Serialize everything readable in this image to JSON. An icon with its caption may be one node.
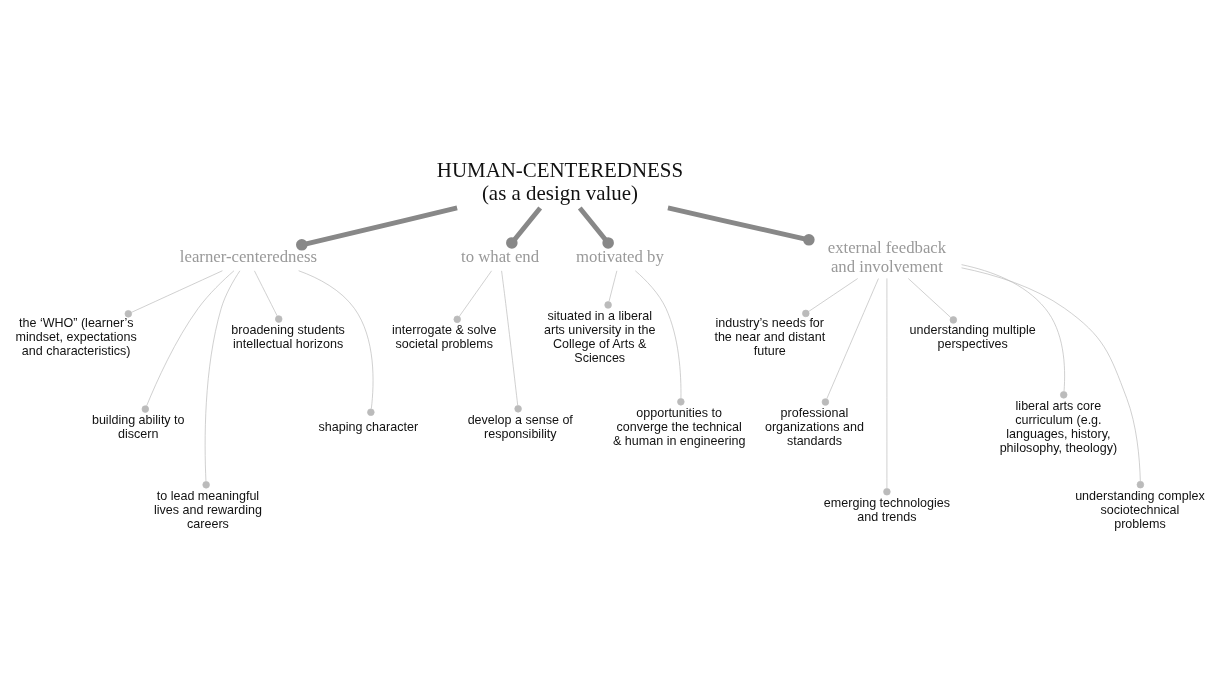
{
  "diagram": {
    "nodes": [
      {
        "text": [
          "HUMAN-CENTEREDNESS",
          "(as a design value)"
        ]
      },
      {
        "text": [
          "learner-centeredness"
        ]
      },
      {
        "text": [
          "to what end"
        ]
      },
      {
        "text": [
          "motivated by"
        ]
      },
      {
        "text": [
          "external feedback and involvement"
        ]
      },
      {
        "text": [
          "the ‘WHO” (learner’s mindset, expectations and characteristics)"
        ]
      },
      {
        "text": [
          "building ability to discern"
        ]
      },
      {
        "text": [
          "to lead meaningful lives and rewarding careers"
        ]
      },
      {
        "text": [
          "broadening students intellectual horizons"
        ]
      },
      {
        "text": [
          "shaping character"
        ]
      },
      {
        "text": [
          "interrogate & solve societal problems"
        ]
      },
      {
        "text": [
          "develop a sense of responsibility"
        ]
      },
      {
        "text": [
          "situated in a liberal arts university in the College of Arts & Sciences"
        ]
      },
      {
        "text": [
          "opportunities to converge the technical & human in engineering"
        ]
      },
      {
        "text": [
          "industry’s needs for the near and distant future"
        ]
      },
      {
        "text": [
          "professional organizations and standards"
        ]
      },
      {
        "text": [
          "emerging technologies and trends"
        ]
      },
      {
        "text": [
          "understanding multiple perspectives"
        ]
      },
      {
        "text": [
          "liberal arts core curriculum (e.g. languages, history, philosophy, theology)"
        ]
      },
      {
        "text": [
          "understanding complex sociotechnical problems"
        ]
      }
    ],
    "edges": [
      {
        "from": 0,
        "to": 1,
        "arrow": "other",
        "style": "thick",
        "color": "#888888"
      },
      {
        "from": 0,
        "to": 2,
        "arrow": "other",
        "style": "thick",
        "color": "#888888"
      },
      {
        "from": 0,
        "to": 3,
        "arrow": "other",
        "style": "thick",
        "color": "#888888"
      },
      {
        "from": 0,
        "to": 4,
        "arrow": "other",
        "style": "thick",
        "color": "#888888"
      },
      {
        "from": 1,
        "to": 5,
        "arrow": "other"
      },
      {
        "from": 1,
        "to": 6,
        "arrow": "other"
      },
      {
        "from": 1,
        "to": 7,
        "arrow": "other"
      },
      {
        "from": 1,
        "to": 8,
        "arrow": "other"
      },
      {
        "from": 1,
        "to": 9,
        "arrow": "other"
      },
      {
        "from": 2,
        "to": 10,
        "arrow": "other"
      },
      {
        "from": 2,
        "to": 11,
        "arrow": "other"
      },
      {
        "from": 3,
        "to": 12,
        "arrow": "other"
      },
      {
        "from": 3,
        "to": 13,
        "arrow": "other"
      },
      {
        "from": 4,
        "to": 14,
        "arrow": "other"
      },
      {
        "from": 4,
        "to": 15,
        "arrow": "other"
      },
      {
        "from": 4,
        "to": 16,
        "arrow": "other"
      },
      {
        "from": 4,
        "to": 17,
        "arrow": "other"
      },
      {
        "from": 4,
        "to": 18,
        "arrow": "other"
      },
      {
        "from": 4,
        "to": 19,
        "arrow": "other"
      }
    ]
  }
}
